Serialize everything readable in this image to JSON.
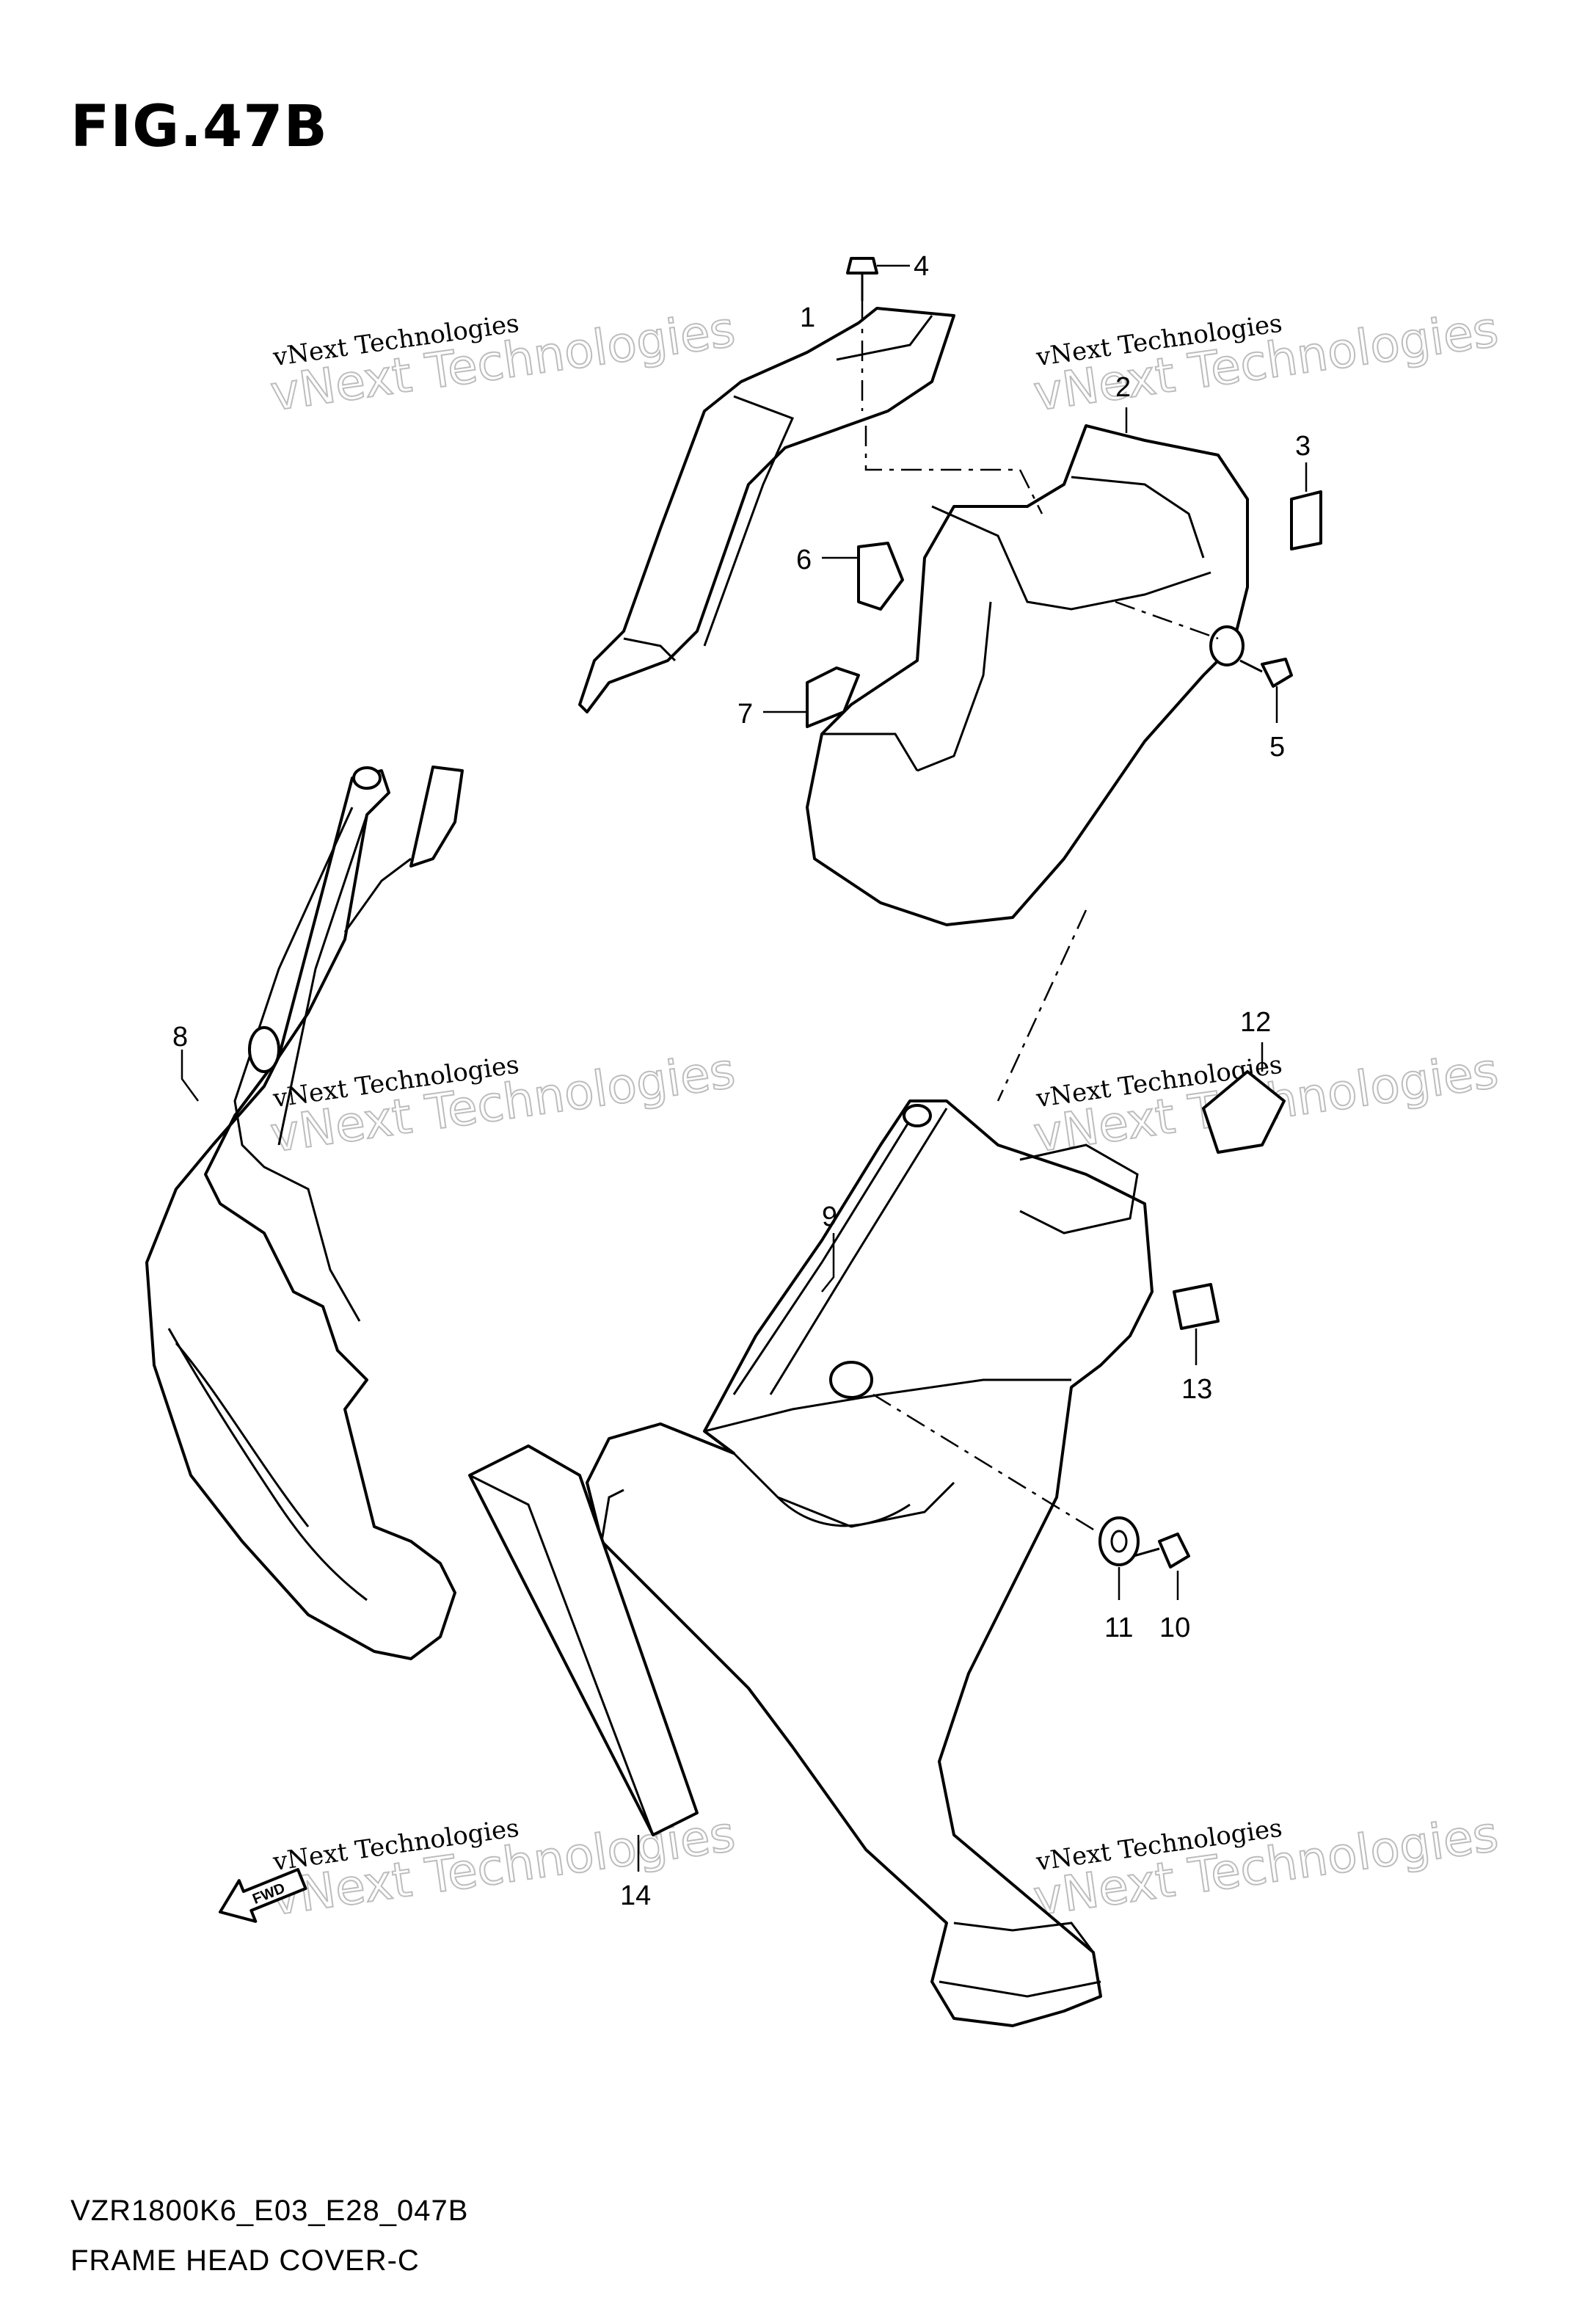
{
  "figure": {
    "title": "FIG.47B",
    "model_code": "VZR1800K6_E03_E28_047B",
    "caption": "FRAME HEAD COVER-C"
  },
  "callouts": [
    "1",
    "2",
    "3",
    "4",
    "5",
    "6",
    "7",
    "8",
    "9",
    "10",
    "11",
    "12",
    "13",
    "14"
  ],
  "watermark": {
    "small_text": "vNext Technologies",
    "big_text": "vNext Technologies"
  },
  "direction_badge": "FWD",
  "colors": {
    "ink": "#000000",
    "background": "#ffffff",
    "watermark": "#bdbdbd"
  }
}
